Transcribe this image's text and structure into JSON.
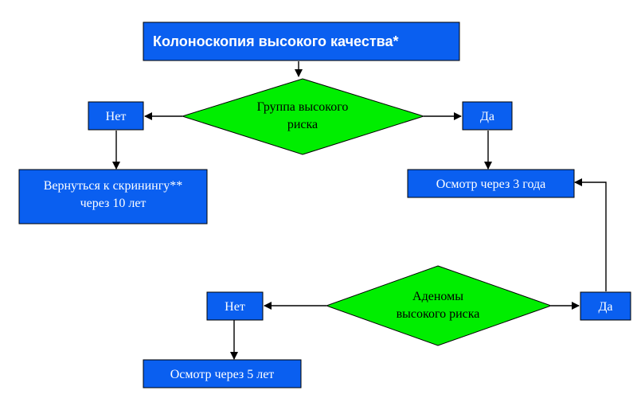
{
  "nodes": {
    "start": {
      "label": "Колоноскопия высокого качества*"
    },
    "decision_high_risk_group": {
      "line1": "Группа высокого",
      "line2": "риска"
    },
    "no_1": {
      "label": "Нет"
    },
    "yes_1": {
      "label": "Да"
    },
    "return_screening": {
      "line1": "Вернуться к скринингу**",
      "line2": "через 10 лет"
    },
    "exam_3_years": {
      "label": "Осмотр через 3 года"
    },
    "decision_adenomas": {
      "line1": "Аденомы",
      "line2": "высокого риска"
    },
    "no_2": {
      "label": "Нет"
    },
    "yes_2": {
      "label": "Да"
    },
    "exam_5_years": {
      "label": "Осмотр через 5 лет"
    }
  },
  "colors": {
    "box_fill": "#0a5ff0",
    "diamond_fill": "#00ee00",
    "box_text": "#ffffff",
    "diamond_text": "#000000",
    "edge": "#000000"
  }
}
